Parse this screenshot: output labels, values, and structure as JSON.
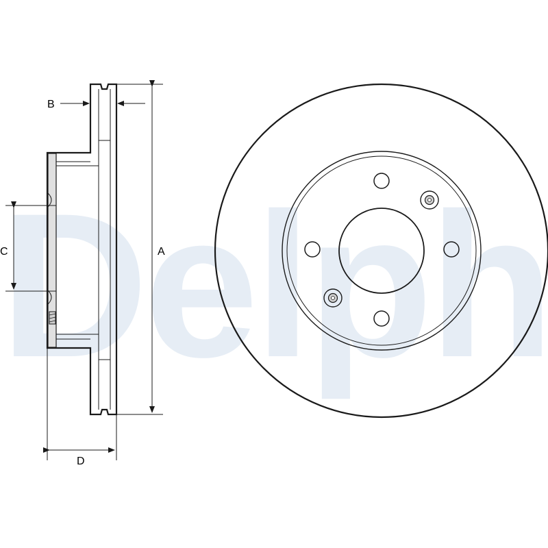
{
  "watermark": {
    "text": "Delphi",
    "color": "#e6edf5"
  },
  "dimensions": {
    "a": "A",
    "b": "B",
    "c": "C",
    "d": "D"
  },
  "colors": {
    "line": "#1a1a1a",
    "hub_fill": "#e0e0e0",
    "background": "#ffffff"
  }
}
